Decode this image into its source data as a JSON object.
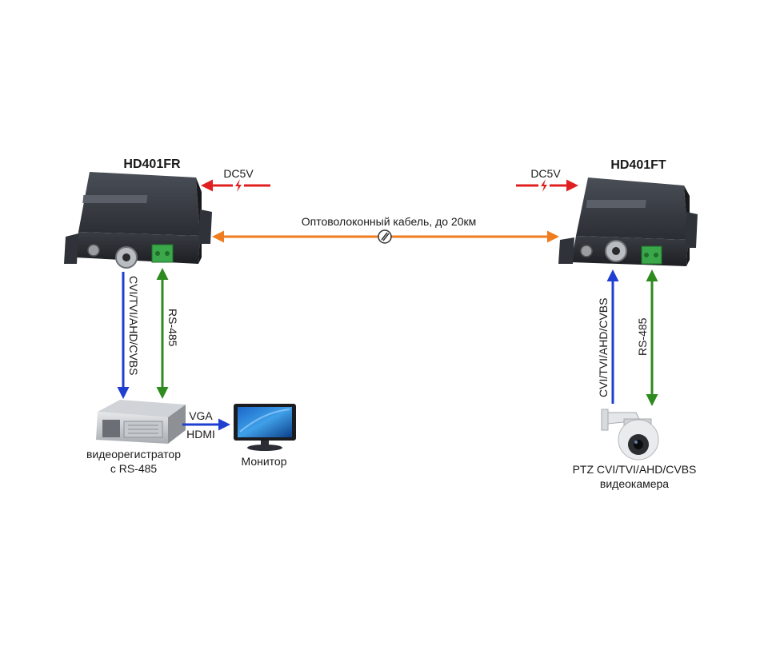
{
  "devices": {
    "receiver": {
      "title": "HD401FR",
      "power": "DC5V"
    },
    "transmitter": {
      "title": "HD401FT",
      "power": "DC5V"
    }
  },
  "fiber": {
    "label": "Оптоволоконный кабель, до 20км"
  },
  "receiver_links": {
    "video": "CVI/TVI/AHD/CVBS",
    "control": "RS-485"
  },
  "transmitter_links": {
    "video": "CVI/TVI/AHD/CVBS",
    "control": "RS-485"
  },
  "dvr": {
    "label_line1": "видеорегистратор",
    "label_line2": "с RS-485"
  },
  "monitor_link": {
    "line1": "VGA",
    "line2": "HDMI"
  },
  "monitor": {
    "label": "Монитор"
  },
  "camera": {
    "label_line1": "PTZ CVI/TVI/AHD/CVBS",
    "label_line2": "видеокамера"
  },
  "colors": {
    "power": "#e02020",
    "fiber": "#f07c20",
    "video": "#1f3fd0",
    "control": "#2e8b1e",
    "device": "#2a2d33"
  },
  "icons": [
    "power-bolt-icon",
    "fiber-break-icon",
    "bnc-connector-icon",
    "terminal-block-icon"
  ]
}
